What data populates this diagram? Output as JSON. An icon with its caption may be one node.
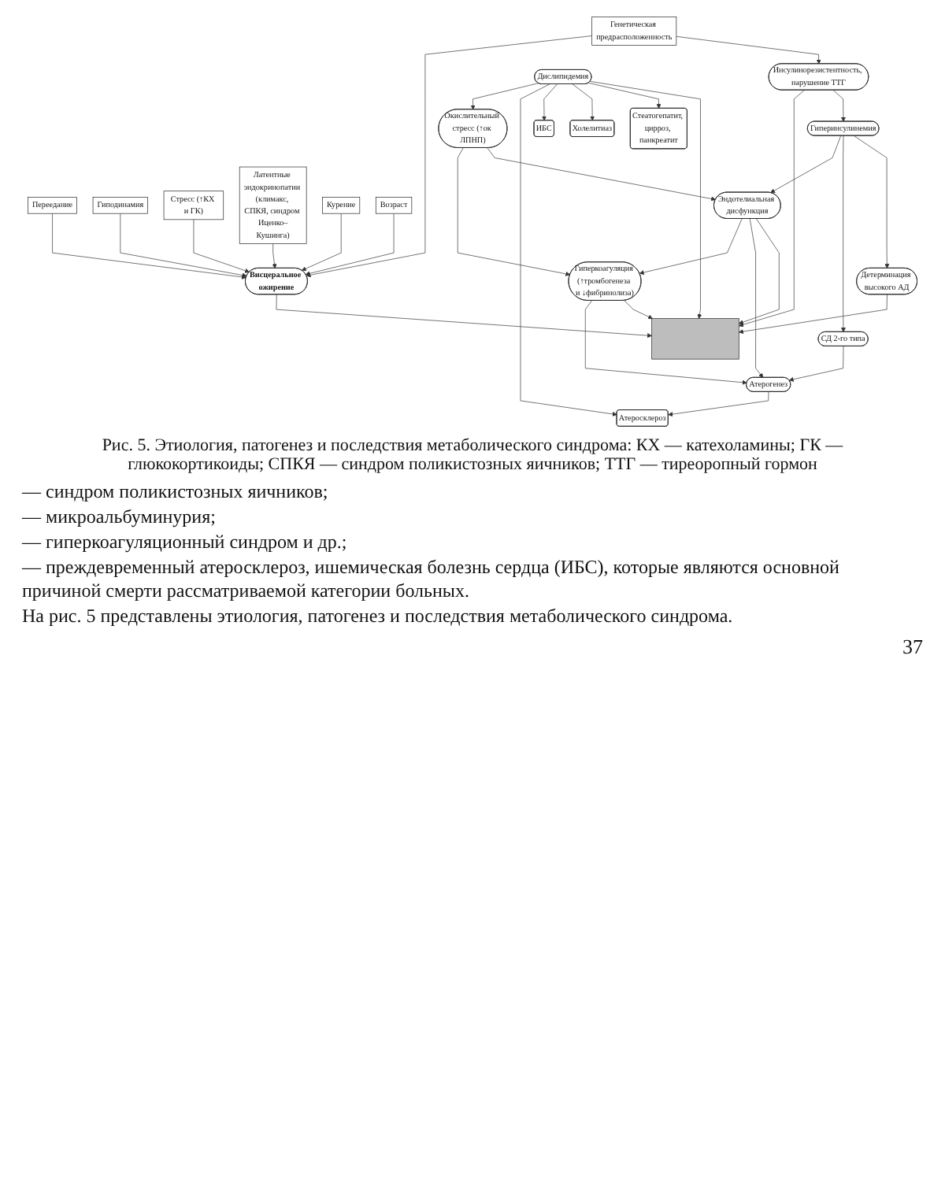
{
  "diagram": {
    "caption": "Рис. 5. Этиология, патогенез и последствия метаболического синдрома: КХ — катехоламины; ГК — глюкокортикоиды; СПКЯ — синдром поликистозных яичников; ТТГ — тиреоропный гормон",
    "nodes": [
      {
        "text": [
          "Генетическая предрасположенность"
        ]
      },
      {
        "text": [
          "Переедание"
        ]
      },
      {
        "text": [
          "Гиподинамия"
        ]
      },
      {
        "text": [
          "Стресс (↑КХ и ГК)"
        ]
      },
      {
        "text": [
          "Латентные эндокринопатии (климакс, СПКЯ, синдром Иценко–Кушинга)"
        ]
      },
      {
        "text": [
          "Инсулинорезистентность, нарушение ТТГ"
        ]
      },
      {
        "text": [
          "Висцеральное ожирение"
        ]
      },
      {
        "text": [
          "Курение"
        ]
      },
      {
        "text": [
          "Возраст"
        ]
      },
      {
        "text": [],
        "shape": "box"
      },
      {
        "text": [
          "Гиперинсулинемия"
        ]
      },
      {
        "text": [
          "Стеатогепатит, цирроз, панкреатит"
        ]
      },
      {
        "text": [
          "Детерминация высокого АД"
        ]
      },
      {
        "text": [
          "Дислипидемия"
        ]
      },
      {
        "text": [
          "Холелитиаз"
        ]
      },
      {
        "text": [
          "СД 2-го типа"
        ]
      },
      {
        "text": [
          "ИБС"
        ]
      },
      {
        "text": [
          "Эндотелиальная дисфункция"
        ]
      },
      {
        "text": [
          "Окислительный стресс (↑ок ЛПНП)"
        ]
      },
      {
        "text": [
          "Атеросклероз"
        ]
      },
      {
        "text": [
          "Атерогенез"
        ]
      },
      {
        "text": [
          "Гиперкоагуляция (↑тромбогенеза и ↓фибринолиза)"
        ]
      }
    ],
    "edges": [
      {
        "from": 0,
        "to": 5,
        "arrow": "to"
      },
      {
        "from": 0,
        "to": 6,
        "arrow": "to"
      },
      {
        "from": 1,
        "to": 6,
        "arrow": "to"
      },
      {
        "from": 2,
        "to": 6,
        "arrow": "to"
      },
      {
        "from": 3,
        "to": 6,
        "arrow": "to"
      },
      {
        "from": 4,
        "to": 6,
        "arrow": "to"
      },
      {
        "from": 7,
        "to": 6,
        "arrow": "to"
      },
      {
        "from": 8,
        "to": 6,
        "arrow": "to"
      },
      {
        "from": 6,
        "to": 9,
        "arrow": "to"
      },
      {
        "from": 5,
        "to": 10,
        "arrow": "to"
      },
      {
        "from": 5,
        "to": 9,
        "arrow": "to"
      },
      {
        "from": 10,
        "to": 12,
        "arrow": "to"
      },
      {
        "from": 10,
        "to": 15,
        "arrow": "to"
      },
      {
        "from": 10,
        "to": 17,
        "arrow": "to"
      },
      {
        "from": 12,
        "to": 9,
        "arrow": "to"
      },
      {
        "from": 17,
        "to": 9,
        "arrow": "to"
      },
      {
        "from": 21,
        "to": 9,
        "arrow": "to"
      },
      {
        "from": 13,
        "to": 9,
        "arrow": "to"
      },
      {
        "from": 13,
        "to": 11,
        "arrow": "to"
      },
      {
        "from": 13,
        "to": 14,
        "arrow": "to"
      },
      {
        "from": 13,
        "to": 16,
        "arrow": "to"
      },
      {
        "from": 13,
        "to": 19,
        "arrow": "to"
      },
      {
        "from": 13,
        "to": 18,
        "arrow": "to"
      },
      {
        "from": 18,
        "to": 17,
        "arrow": "to"
      },
      {
        "from": 15,
        "to": 20,
        "arrow": "to"
      },
      {
        "from": 17,
        "to": 20,
        "arrow": "to"
      },
      {
        "from": 17,
        "to": 21,
        "arrow": "to"
      },
      {
        "from": 18,
        "to": 21,
        "arrow": "to"
      },
      {
        "from": 21,
        "to": 20,
        "arrow": "to"
      },
      {
        "from": 20,
        "to": 19,
        "arrow": "to"
      }
    ],
    "labels": [
      "— синдром поликистозных яичников;",
      "— микроальбуминурия;",
      "— гиперкоагуляционный синдром и др.;",
      "— преждевременный атеросклероз, ишемическая болезнь сердца (ИБС), которые являются основной причиной смерти рассматриваемой категории больных.",
      "На рис. 5 представлены этиология, патогенез и последствия метаболического синдрома.",
      "37"
    ]
  }
}
